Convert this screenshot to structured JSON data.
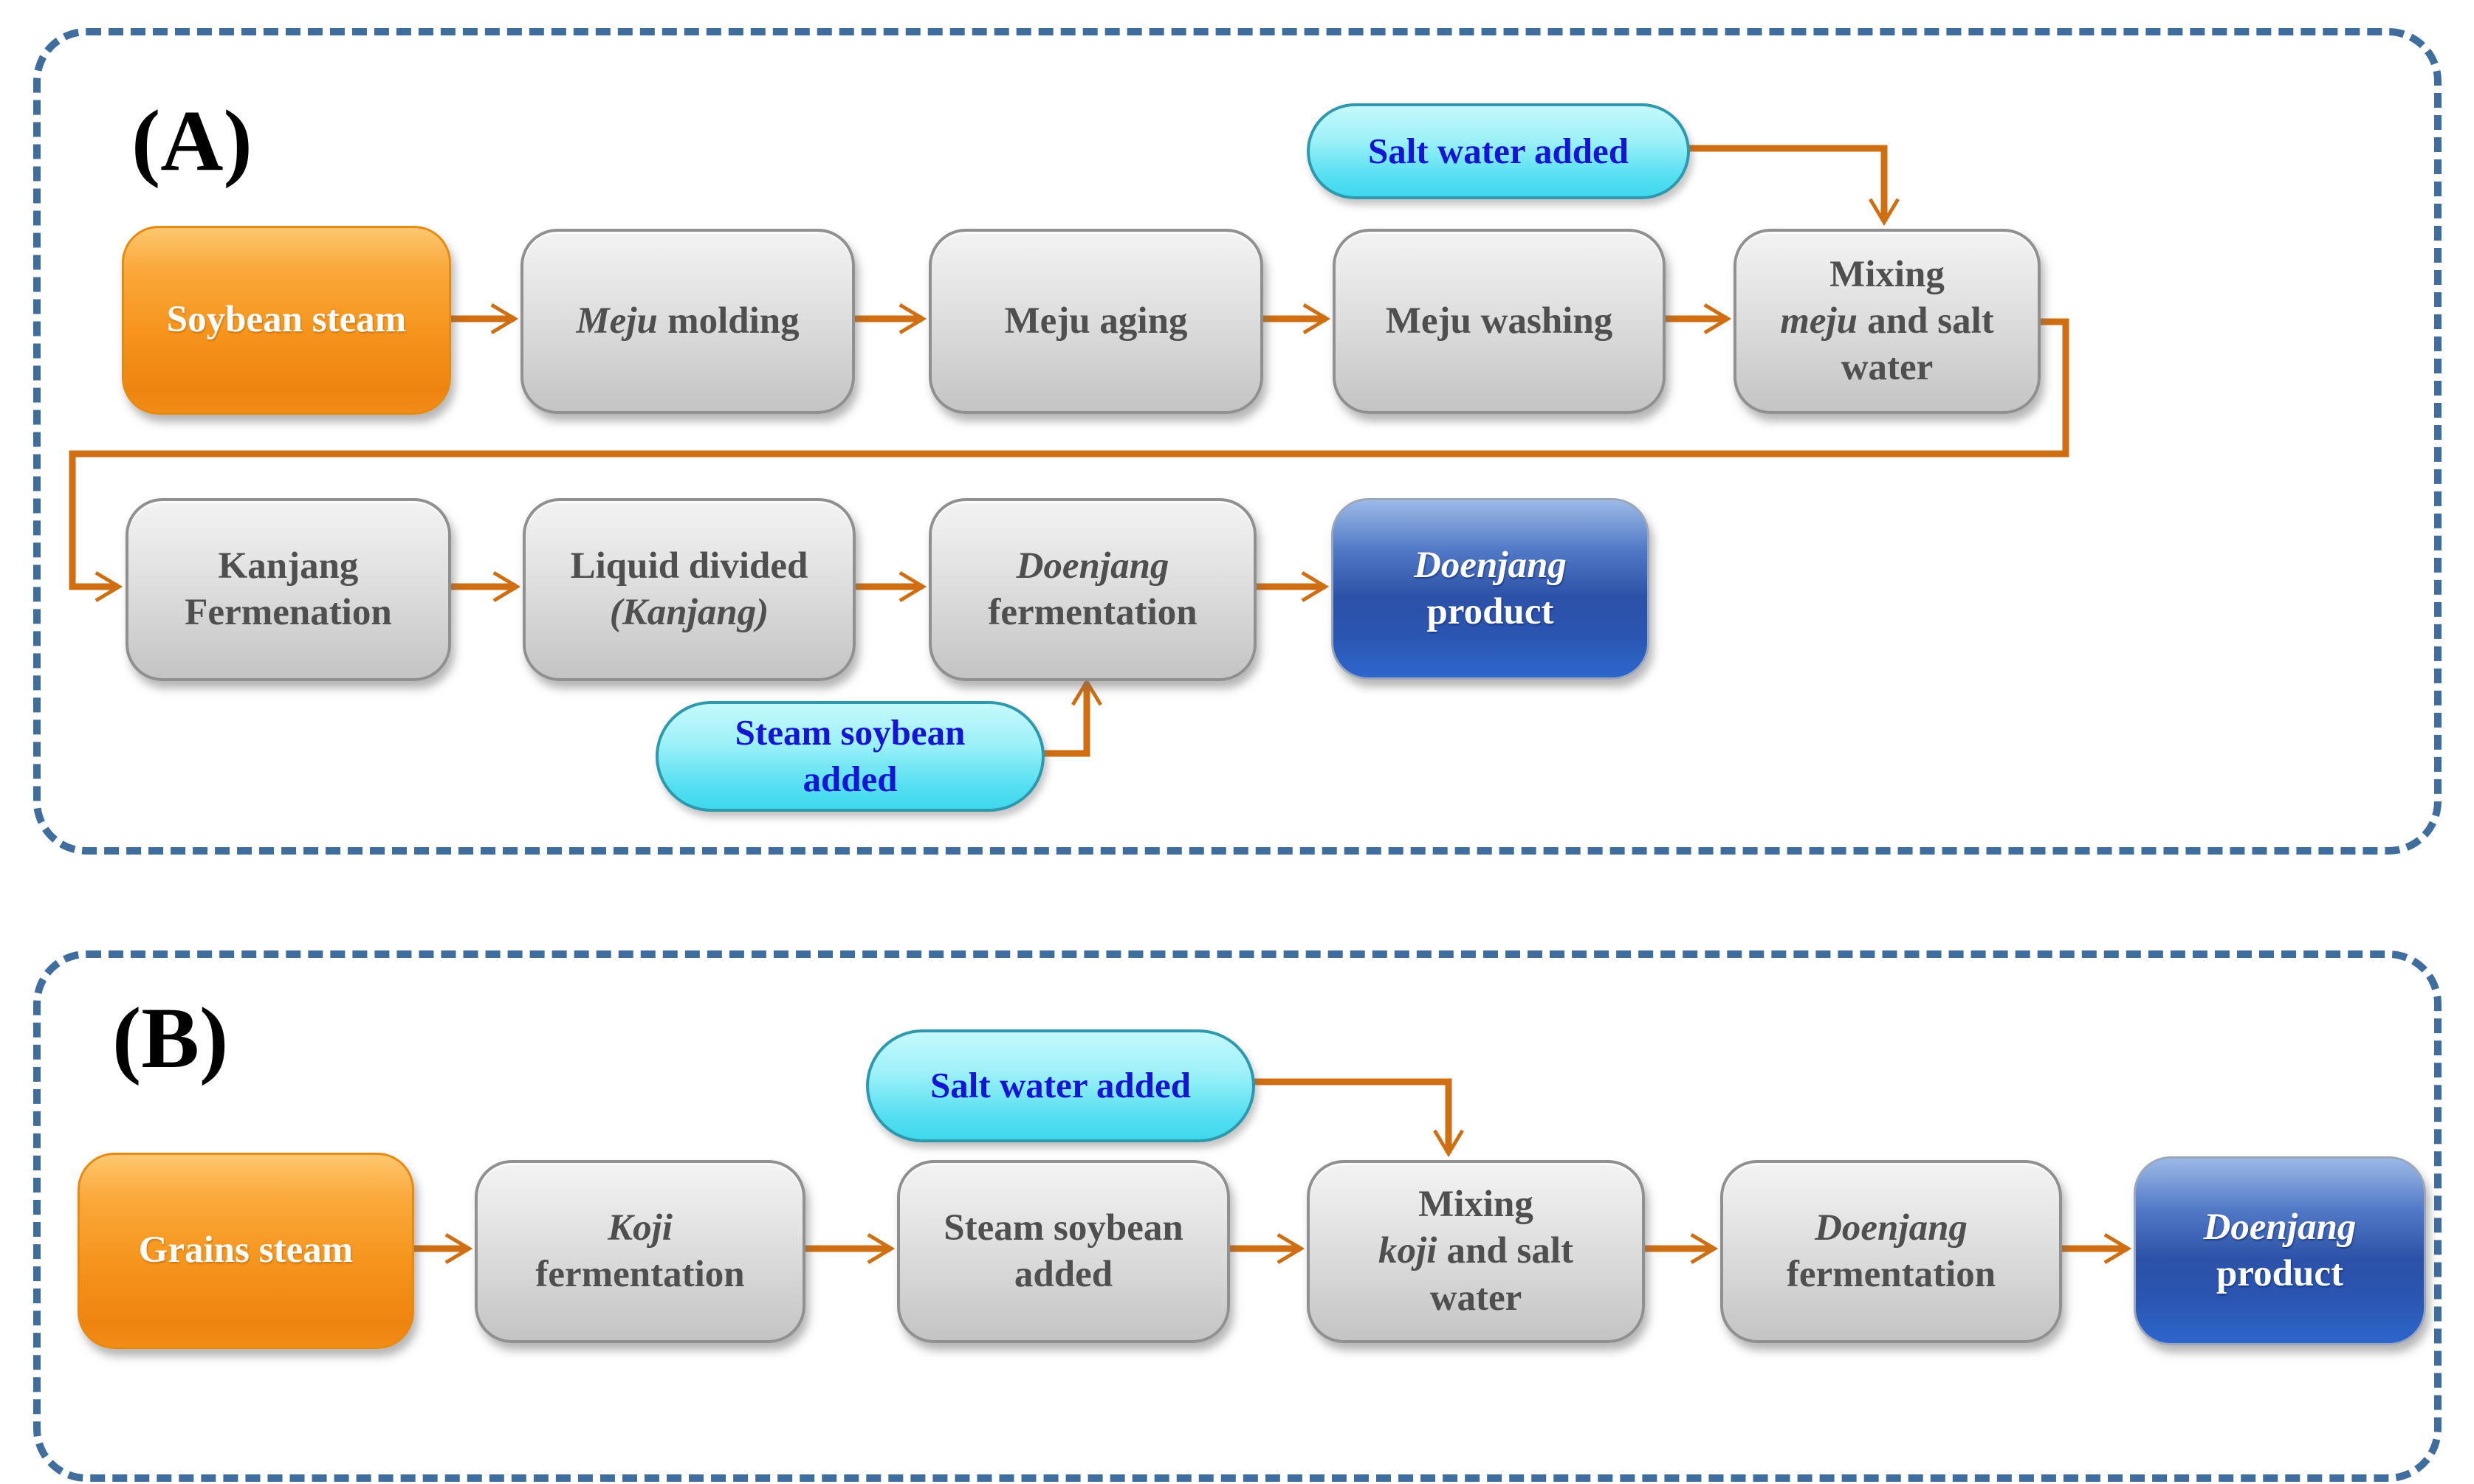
{
  "colors": {
    "arrow_orange": "#cf6e12",
    "dash_border_blue": "#3e6d9e",
    "gray_box_text": "#4f4f4f",
    "oval_text_blue": "#1515d3",
    "oval_fill_top": "#c4f9fc",
    "oval_fill_bottom": "#3fd8ee",
    "orange_box_top": "#fdc76e",
    "orange_box_bottom": "#f18c16",
    "blue_box_top": "#9cb9e6",
    "blue_box_deep": "#2c51a8"
  },
  "panel_a": {
    "label": "(A)",
    "callout_salt_water": "Salt water added",
    "callout_steam_soybean": {
      "line1": "Steam soybean",
      "line2": "added"
    },
    "boxes": {
      "soybean_steam": "Soybean steam",
      "meju_molding": {
        "italic": "Meju",
        "rest": "molding"
      },
      "meju_aging": "Meju aging",
      "meju_washing": "Meju washing",
      "mixing": {
        "line1": "Mixing",
        "line2_italic": "meju",
        "line2_rest": "and salt",
        "line3": "water"
      },
      "kanjang_fermentation": {
        "line1": "Kanjang",
        "line2": "Fermenation"
      },
      "liquid_divided": {
        "line1": "Liquid divided",
        "line2_italic": "(Kanjang)"
      },
      "doenjang_fermentation": {
        "line1_italic": "Doenjang",
        "line2": "fermentation"
      },
      "doenjang_product": {
        "line1_italic": "Doenjang",
        "line2": "product"
      }
    }
  },
  "panel_b": {
    "label": "(B)",
    "callout_salt_water": "Salt water added",
    "boxes": {
      "grains_steam": "Grains steam",
      "koji_fermentation": {
        "line1_italic": "Koji",
        "line2": "fermentation"
      },
      "steam_soybean_added": {
        "line1": "Steam soybean",
        "line2": "added"
      },
      "mixing": {
        "line1": "Mixing",
        "line2_italic": "koji",
        "line2_rest": "and salt",
        "line3": "water"
      },
      "doenjang_fermentation": {
        "line1_italic": "Doenjang",
        "line2": "fermentation"
      },
      "doenjang_product": {
        "line1_italic": "Doenjang",
        "line2": "product"
      }
    }
  }
}
